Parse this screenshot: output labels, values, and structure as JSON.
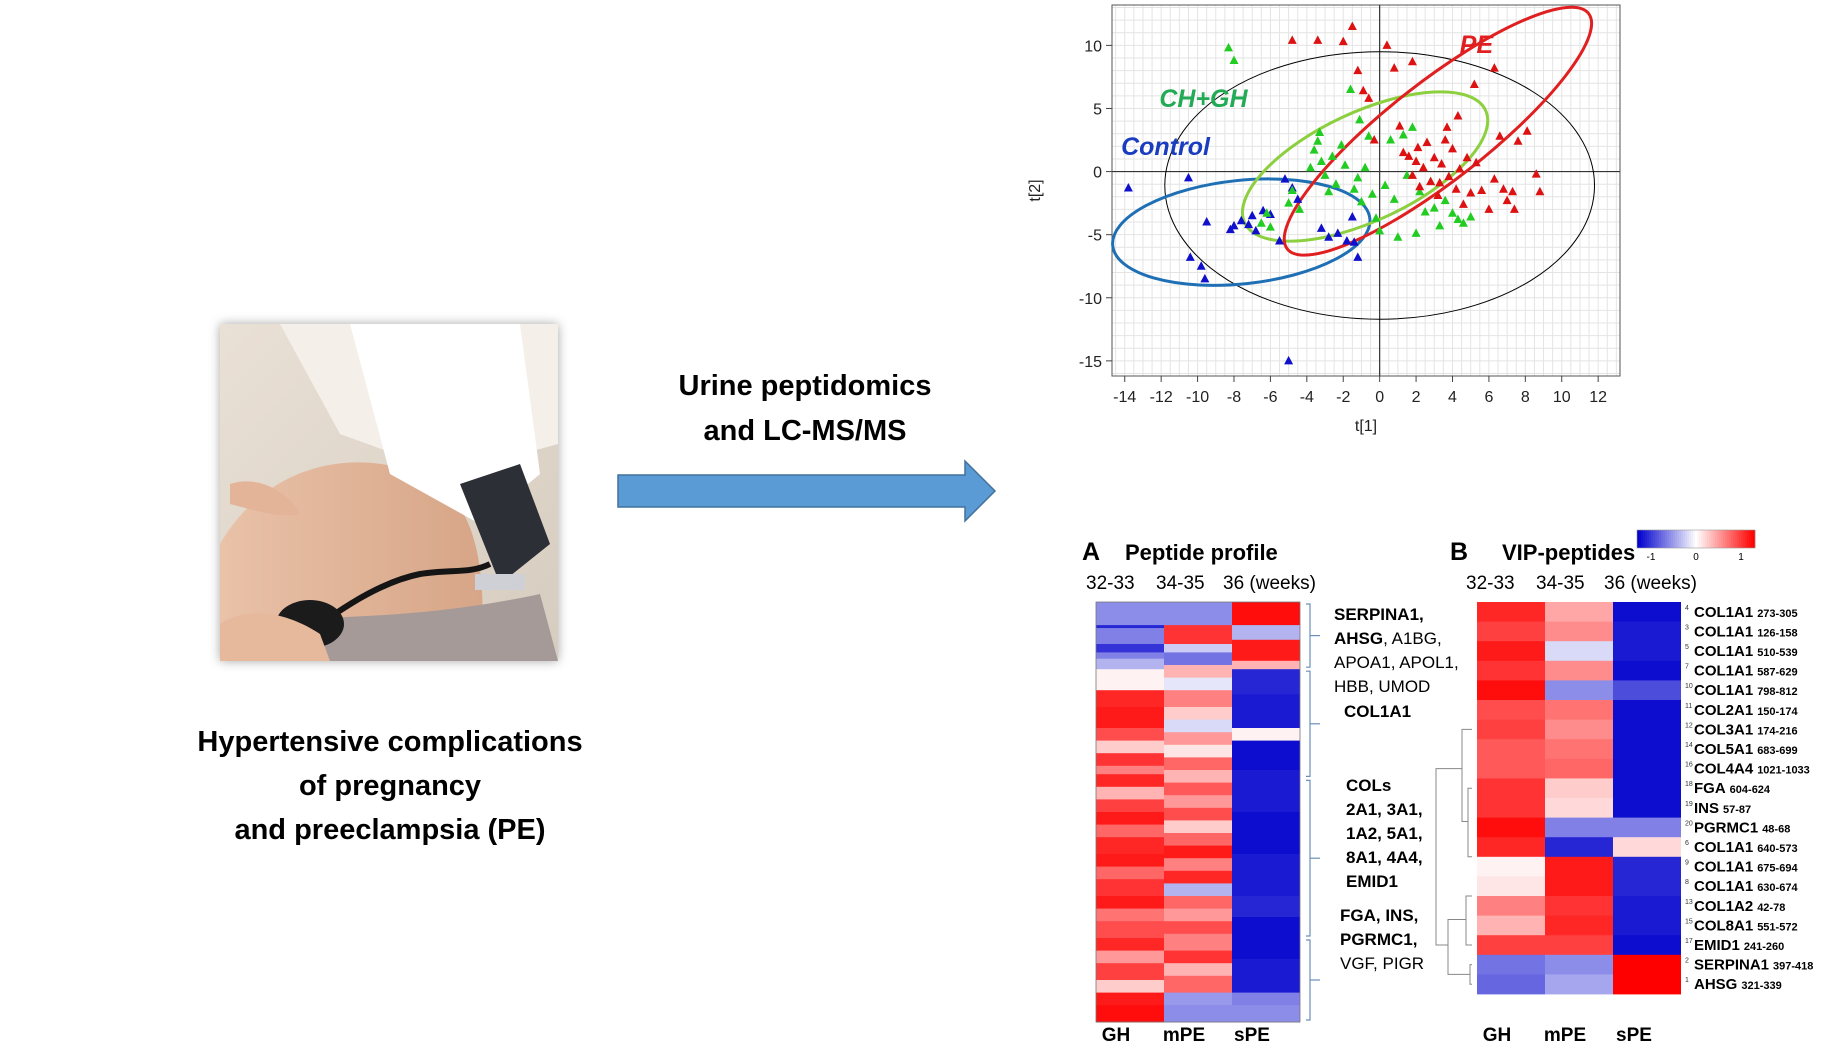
{
  "left_panel": {
    "caption_lines": [
      "Hypertensive complications",
      "of pregnancy",
      "and preeclampsia (PE)"
    ]
  },
  "arrow": {
    "label_lines": [
      "Urine peptidomics",
      "and LC-MS/MS"
    ]
  },
  "chart_data": {
    "type": "scatter",
    "xlabel": "t[1]",
    "ylabel": "t[2]",
    "xlim": [
      -14.7,
      13.2
    ],
    "ylim": [
      -16.2,
      13.2
    ],
    "xticks": [
      "-14",
      "-12",
      "-10",
      "-8",
      "-6",
      "-4",
      "-2",
      "0",
      "2",
      "4",
      "6",
      "8",
      "10",
      "12"
    ],
    "yticks": [
      "10",
      "5",
      "0",
      "-5",
      "-10",
      "-15"
    ],
    "grid": true,
    "series": [
      {
        "name": "Control",
        "color": "#1010cc",
        "label_color": "#1a3cbf",
        "marker": "triangle",
        "points": [
          [
            -13.8,
            -1.3
          ],
          [
            -10.5,
            -0.5
          ],
          [
            -9.5,
            -4
          ],
          [
            -10.4,
            -6.8
          ],
          [
            -9.8,
            -7.5
          ],
          [
            -9.6,
            -8.5
          ],
          [
            -8.2,
            -4.6
          ],
          [
            -8,
            -4.3
          ],
          [
            -7.6,
            -3.9
          ],
          [
            -7.2,
            -4.2
          ],
          [
            -7,
            -3.5
          ],
          [
            -6.8,
            -4.7
          ],
          [
            -6.4,
            -3.1
          ],
          [
            -6,
            -3.4
          ],
          [
            -5.5,
            -5.5
          ],
          [
            -5.2,
            -0.6
          ],
          [
            -5,
            -15
          ],
          [
            -4.8,
            -1.3
          ],
          [
            -4.5,
            -2.2
          ],
          [
            -3.2,
            -4.5
          ],
          [
            -2.8,
            -5.2
          ],
          [
            -1.8,
            -5.5
          ],
          [
            -1.4,
            -5.6
          ],
          [
            -1.2,
            -6.8
          ],
          [
            -1.5,
            -3.6
          ],
          [
            -2.3,
            -4.9
          ]
        ]
      },
      {
        "name": "CH+GH",
        "color": "#22cc22",
        "label_color": "#22aa55",
        "marker": "triangle",
        "points": [
          [
            -8.3,
            9.8
          ],
          [
            -8,
            8.8
          ],
          [
            -6.2,
            -3.3
          ],
          [
            -6.5,
            -4.1
          ],
          [
            -6,
            -4.4
          ],
          [
            -5,
            -2.5
          ],
          [
            -4.8,
            -1.5
          ],
          [
            -4.4,
            -3
          ],
          [
            -3.8,
            0.3
          ],
          [
            -3.6,
            1.7
          ],
          [
            -3.4,
            2.4
          ],
          [
            -3.2,
            0.8
          ],
          [
            -3,
            -0.3
          ],
          [
            -2.8,
            -1.6
          ],
          [
            -2.6,
            1.2
          ],
          [
            -2.4,
            -1
          ],
          [
            -2.1,
            2.1
          ],
          [
            -1.9,
            0.5
          ],
          [
            -1.6,
            6.5
          ],
          [
            -1.4,
            -1.4
          ],
          [
            -1.2,
            -0.5
          ],
          [
            -1,
            -2.4
          ],
          [
            -0.8,
            0.3
          ],
          [
            -0.6,
            2.8
          ],
          [
            -0.4,
            -1.8
          ],
          [
            -0.2,
            -3.7
          ],
          [
            0,
            -4.7
          ],
          [
            0.3,
            -1.1
          ],
          [
            0.6,
            2.5
          ],
          [
            0.8,
            -2.2
          ],
          [
            1,
            -5.2
          ],
          [
            1.3,
            2.9
          ],
          [
            1.5,
            -0.3
          ],
          [
            1.8,
            3.5
          ],
          [
            2,
            -4.9
          ],
          [
            2.2,
            -1.6
          ],
          [
            2.5,
            -3.2
          ],
          [
            2.8,
            -0.8
          ],
          [
            3,
            -2.9
          ],
          [
            3.3,
            -4.3
          ],
          [
            3.6,
            -2.3
          ],
          [
            4,
            -3.3
          ],
          [
            4.3,
            -3.8
          ],
          [
            4.6,
            -4.1
          ],
          [
            5,
            -3.6
          ],
          [
            -3.3,
            3.1
          ],
          [
            -1.1,
            4.1
          ]
        ]
      },
      {
        "name": "PE",
        "color": "#dd1111",
        "label_color": "#e02020",
        "marker": "triangle",
        "points": [
          [
            -4.8,
            10.4
          ],
          [
            -3.4,
            10.4
          ],
          [
            -2,
            10.3
          ],
          [
            -1.5,
            11.5
          ],
          [
            -1.2,
            8
          ],
          [
            -0.9,
            6.4
          ],
          [
            -0.6,
            5.8
          ],
          [
            -0.3,
            2.5
          ],
          [
            0.4,
            10
          ],
          [
            0.8,
            8.2
          ],
          [
            1.1,
            3.6
          ],
          [
            1.3,
            1.5
          ],
          [
            1.6,
            1.2
          ],
          [
            1.8,
            -0.3
          ],
          [
            2,
            0.8
          ],
          [
            2.2,
            -1.2
          ],
          [
            2.4,
            0.3
          ],
          [
            2.6,
            2.3
          ],
          [
            2.8,
            -0.8
          ],
          [
            3,
            1.1
          ],
          [
            3.2,
            -1.9
          ],
          [
            3.4,
            0.6
          ],
          [
            3.6,
            2.5
          ],
          [
            3.8,
            -0.4
          ],
          [
            4,
            1.8
          ],
          [
            4.2,
            -1.4
          ],
          [
            4.4,
            0.2
          ],
          [
            4.6,
            -2.6
          ],
          [
            4.8,
            1.1
          ],
          [
            5,
            -1.7
          ],
          [
            5.3,
            0.7
          ],
          [
            5.6,
            -1.5
          ],
          [
            6,
            -3
          ],
          [
            6.3,
            -0.6
          ],
          [
            6.6,
            2.8
          ],
          [
            6.8,
            -1.4
          ],
          [
            7,
            -2.3
          ],
          [
            7.3,
            -1.6
          ],
          [
            7.6,
            2.4
          ],
          [
            8.1,
            3.2
          ],
          [
            8.6,
            -0.2
          ],
          [
            8.8,
            -1.6
          ],
          [
            6.3,
            8.2
          ],
          [
            7.4,
            -3
          ],
          [
            5.2,
            6.9
          ],
          [
            3.3,
            -0.9
          ],
          [
            2.1,
            1.9
          ],
          [
            3.7,
            3.5
          ],
          [
            4.3,
            4.4
          ],
          [
            1.8,
            8.7
          ]
        ]
      }
    ],
    "ellipses": [
      {
        "group": "global",
        "color": "#000000",
        "cx": 0,
        "cy": -1.1,
        "rx": 11.8,
        "ry": 10.6
      },
      {
        "group": "Control",
        "color": "#1f6fb5",
        "cx": -7.6,
        "cy": -4.8,
        "rx": 7.1,
        "ry": 4.1,
        "angle_deg": 6
      },
      {
        "group": "CH+GH",
        "color": "#8ccf3f",
        "cx": -0.8,
        "cy": 0.4,
        "rx": 7.3,
        "ry": 4.3,
        "angle_deg": 25
      },
      {
        "group": "PE",
        "color": "#e02020",
        "cx": 3.2,
        "cy": 3.2,
        "rx": 10.5,
        "ry": 3.9,
        "angle_deg": 38
      }
    ]
  },
  "heatmap_a": {
    "letter": "A",
    "title": "Peptide profile",
    "header": [
      "32-33",
      "34-35",
      "36 (weeks)"
    ],
    "columns": [
      "GH",
      "mPE",
      "sPE"
    ],
    "annotations": [
      {
        "lines": [
          {
            "bold": "SERPINA1,",
            "rest": ""
          },
          {
            "bold": "AHSG",
            "rest": ", A1BG,"
          },
          {
            "bold": "",
            "rest": "APOA1, APOL1,"
          },
          {
            "bold": "",
            "rest": "HBB, UMOD"
          }
        ]
      },
      {
        "lines": [
          {
            "bold": "COL1A1",
            "rest": ""
          }
        ]
      },
      {
        "lines": [
          {
            "bold": "COLs",
            "rest": ""
          },
          {
            "bold": "2A1, 3A1,",
            "rest": ""
          },
          {
            "bold": "1A2, 5A1,",
            "rest": ""
          },
          {
            "bold": "8A1, 4A4,",
            "rest": ""
          },
          {
            "bold": "EMID1",
            "rest": ""
          }
        ]
      },
      {
        "lines": [
          {
            "bold": "FGA, INS,",
            "rest": ""
          },
          {
            "bold": "PGRMC1,",
            "rest": ""
          },
          {
            "bold": "",
            "rest": "VGF, PIGR"
          }
        ]
      }
    ]
  },
  "heatmap_b": {
    "letter": "B",
    "title": "VIP-peptides",
    "header": [
      "32-33",
      "34-35",
      "36 (weeks)"
    ],
    "columns": [
      "GH",
      "mPE",
      "sPE"
    ],
    "scale_ticks": [
      "-1",
      "0",
      "1"
    ],
    "rows": [
      {
        "idx": "4",
        "name": "COL1A1",
        "range": "273-305",
        "values": [
          0.85,
          0.35,
          -0.95
        ]
      },
      {
        "idx": "3",
        "name": "COL1A1",
        "range": "126-158",
        "values": [
          0.75,
          0.45,
          -0.9
        ]
      },
      {
        "idx": "5",
        "name": "COL1A1",
        "range": "510-539",
        "values": [
          0.9,
          -0.15,
          -0.9
        ]
      },
      {
        "idx": "7",
        "name": "COL1A1",
        "range": "587-629",
        "values": [
          0.8,
          0.45,
          -0.95
        ]
      },
      {
        "idx": "10",
        "name": "COL1A1",
        "range": "798-812",
        "values": [
          0.95,
          -0.45,
          -0.7
        ]
      },
      {
        "idx": "11",
        "name": "COL2A1",
        "range": "150-174",
        "values": [
          0.7,
          0.55,
          -0.95
        ]
      },
      {
        "idx": "12",
        "name": "COL3A1",
        "range": "174-216",
        "values": [
          0.75,
          0.45,
          -0.95
        ]
      },
      {
        "idx": "14",
        "name": "COL5A1",
        "range": "683-699",
        "values": [
          0.65,
          0.55,
          -0.95
        ]
      },
      {
        "idx": "16",
        "name": "COL4A4",
        "range": "1021-1033",
        "values": [
          0.65,
          0.6,
          -0.95
        ]
      },
      {
        "idx": "18",
        "name": "FGA",
        "range": "604-624",
        "values": [
          0.8,
          0.2,
          -0.95
        ]
      },
      {
        "idx": "19",
        "name": "INS",
        "range": "57-87",
        "values": [
          0.8,
          0.15,
          -0.95
        ]
      },
      {
        "idx": "20",
        "name": "PGRMC1",
        "range": "48-68",
        "values": [
          0.95,
          -0.5,
          -0.5
        ]
      },
      {
        "idx": "6",
        "name": "COL1A1",
        "range": "640-573",
        "values": [
          0.85,
          -0.85,
          0.15
        ]
      },
      {
        "idx": "9",
        "name": "COL1A1",
        "range": "675-694",
        "values": [
          0.05,
          0.9,
          -0.85
        ]
      },
      {
        "idx": "8",
        "name": "COL1A1",
        "range": "630-674",
        "values": [
          0.1,
          0.9,
          -0.85
        ]
      },
      {
        "idx": "13",
        "name": "COL1A2",
        "range": "42-78",
        "values": [
          0.5,
          0.8,
          -0.9
        ]
      },
      {
        "idx": "15",
        "name": "COL8A1",
        "range": "551-572",
        "values": [
          0.3,
          0.85,
          -0.9
        ]
      },
      {
        "idx": "17",
        "name": "EMID1",
        "range": "241-260",
        "values": [
          0.75,
          0.75,
          -0.95
        ]
      },
      {
        "idx": "2",
        "name": "SERPINA1",
        "range": "397-418",
        "values": [
          -0.55,
          -0.45,
          1.0
        ]
      },
      {
        "idx": "1",
        "name": "AHSG",
        "range": "321-339",
        "values": [
          -0.6,
          -0.35,
          1.0
        ]
      }
    ]
  }
}
